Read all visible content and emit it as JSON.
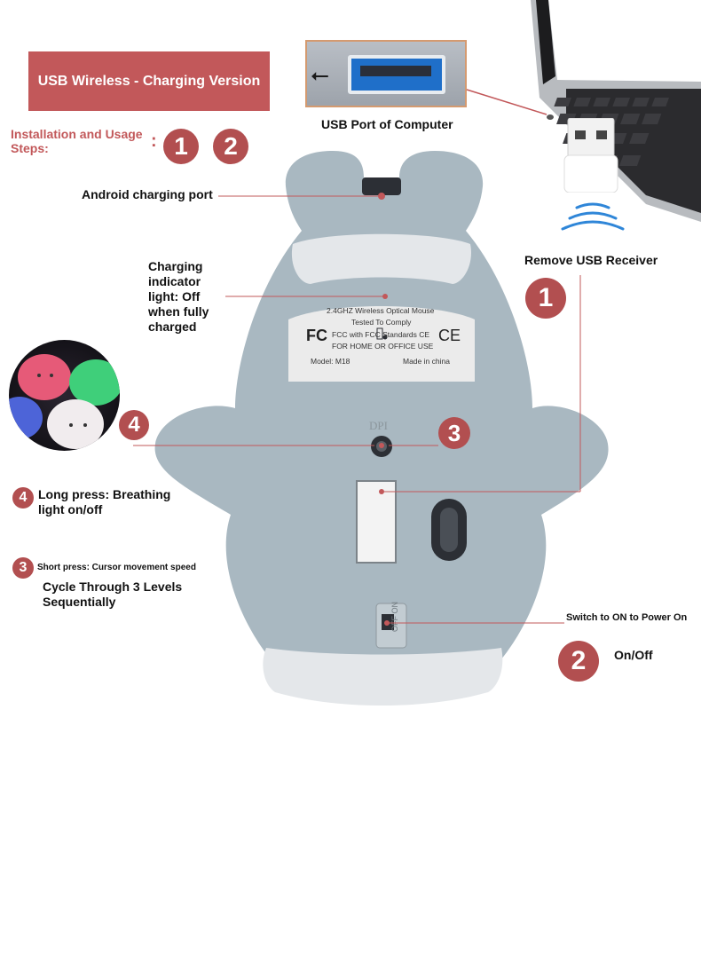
{
  "banner": {
    "text": "USB Wireless - Charging Version"
  },
  "steps": {
    "label": "Installation and Usage Steps:",
    "colon": ":",
    "n1": "1",
    "n2": "2"
  },
  "usb_port": {
    "caption": "USB Port of Computer"
  },
  "receiver": {
    "caption": "Remove USB Receiver",
    "step": "1"
  },
  "android_port": {
    "label": "Android charging port"
  },
  "indicator": {
    "label": "Charging indicator light: Off when fully charged"
  },
  "label_plate": {
    "line1": "2.4GHZ Wireless Optical Mouse",
    "line2": "Tested To Comply",
    "fcc": "FC",
    "line3": "FCC with FCC Standards CE",
    "line4": "FOR HOME OR OFFICE USE",
    "ce": "CE",
    "model": "Model: M18",
    "made": "Made in china"
  },
  "dpi": {
    "text": "DPI",
    "step": "3"
  },
  "breathing": {
    "step": "4",
    "label": "Long press: Breathing light on/off"
  },
  "cursor": {
    "step": "3",
    "label": "Short press: Cursor movement speed",
    "sub": "Cycle Through 3 Levels Sequentially"
  },
  "switch": {
    "off": "OFF",
    "on": "ON",
    "label": "Switch to ON to Power On",
    "step": "2",
    "onoff": "On/Off"
  },
  "photo": {
    "step": "4"
  },
  "colors": {
    "accent": "#b24f50",
    "mouse_body": "#a9b8c1",
    "plate": "#ebebeb"
  }
}
